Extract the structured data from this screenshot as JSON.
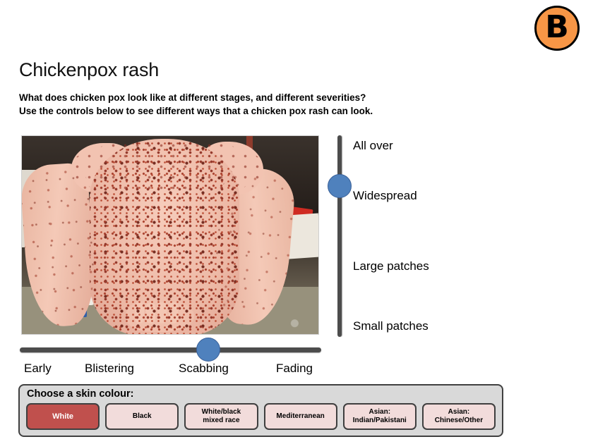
{
  "brand": {
    "badge_letter": "B",
    "badge_color": "#F79646",
    "badge_border_color": "#000000"
  },
  "header": {
    "title": "Chickenpox rash",
    "subtitle_line1": "What does chicken pox look like at different stages, and different severities?",
    "subtitle_line2": "Use the controls below to  see different ways that a chicken pox rash can look."
  },
  "photo": {
    "alt": "Child's back and arms covered in a widespread chickenpox rash at the scabbing stage"
  },
  "severity_slider": {
    "orientation": "vertical",
    "selected": "Widespread",
    "selected_index": 1,
    "labels": [
      "All over",
      "Widespread",
      "Large patches",
      "Small patches"
    ],
    "thumb_color": "#4F81BD",
    "track_color": "#4C4C4C"
  },
  "stage_slider": {
    "orientation": "horizontal",
    "selected": "Scabbing",
    "selected_index": 2,
    "labels": [
      "Early",
      "Blistering",
      "Scabbing",
      "Fading"
    ],
    "thumb_color": "#4F81BD",
    "track_color": "#4C4C4C"
  },
  "skin_colour": {
    "label": "Choose a skin colour:",
    "selected_index": 0,
    "panel_color": "#D9D9D9",
    "selected_color": "#C0504D",
    "option_color": "#F2DCDB",
    "options": [
      "White",
      "Black",
      "White/black\nmixed race",
      "Mediterranean",
      "Asian:\nIndian/Pakistani",
      "Asian:\nChinese/Other"
    ]
  }
}
